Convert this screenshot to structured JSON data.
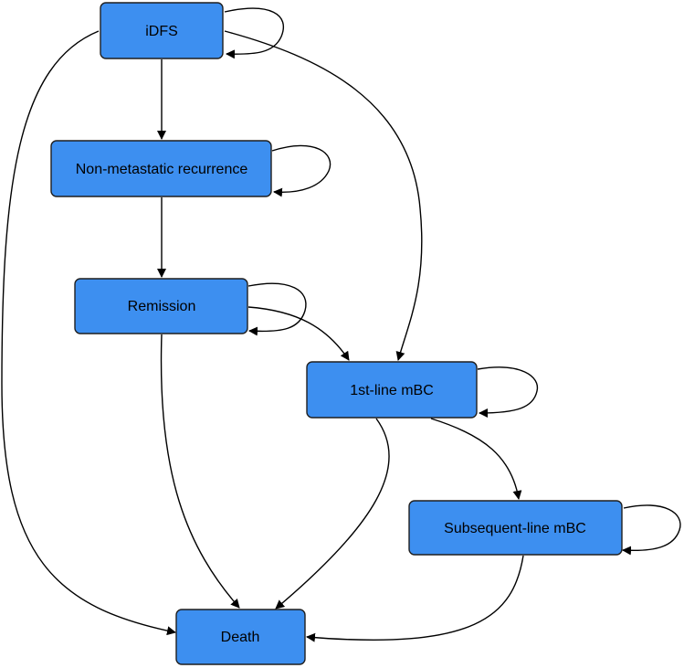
{
  "colors": {
    "node_fill": "#3d8ff0",
    "node_stroke": "#1f1f1f",
    "edge": "#000000"
  },
  "nodes": {
    "idfs": "iDFS",
    "nonmet": "Non-metastatic recurrence",
    "remission": "Remission",
    "firstline": "1st-line mBC",
    "subsequent": "Subsequent-line mBC",
    "death": "Death"
  },
  "edges": [
    {
      "from": "idfs",
      "to": "idfs"
    },
    {
      "from": "idfs",
      "to": "nonmet"
    },
    {
      "from": "idfs",
      "to": "firstline"
    },
    {
      "from": "idfs",
      "to": "death"
    },
    {
      "from": "nonmet",
      "to": "nonmet"
    },
    {
      "from": "nonmet",
      "to": "remission"
    },
    {
      "from": "remission",
      "to": "remission"
    },
    {
      "from": "remission",
      "to": "firstline"
    },
    {
      "from": "remission",
      "to": "death"
    },
    {
      "from": "firstline",
      "to": "firstline"
    },
    {
      "from": "firstline",
      "to": "subsequent"
    },
    {
      "from": "firstline",
      "to": "death"
    },
    {
      "from": "subsequent",
      "to": "subsequent"
    },
    {
      "from": "subsequent",
      "to": "death"
    }
  ]
}
